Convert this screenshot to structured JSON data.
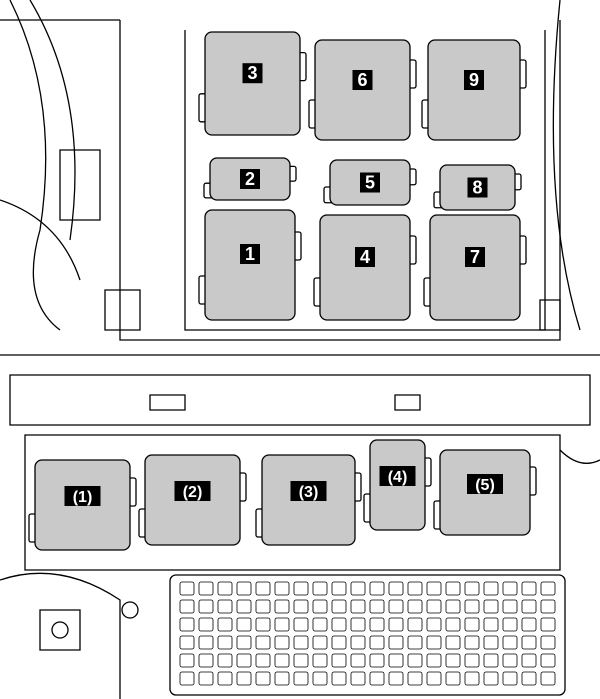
{
  "colors": {
    "relay_fill": "#c9c9c9",
    "line": "#000000",
    "label_bg": "#000000",
    "label_text": "#ffffff"
  },
  "upper_relays": [
    {
      "label": "3"
    },
    {
      "label": "6"
    },
    {
      "label": "9"
    },
    {
      "label": "2"
    },
    {
      "label": "5"
    },
    {
      "label": "8"
    },
    {
      "label": "1"
    },
    {
      "label": "4"
    },
    {
      "label": "7"
    }
  ],
  "lower_relays": [
    {
      "label": "(1)"
    },
    {
      "label": "(2)"
    },
    {
      "label": "(3)"
    },
    {
      "label": "(4)"
    },
    {
      "label": "(5)"
    }
  ]
}
